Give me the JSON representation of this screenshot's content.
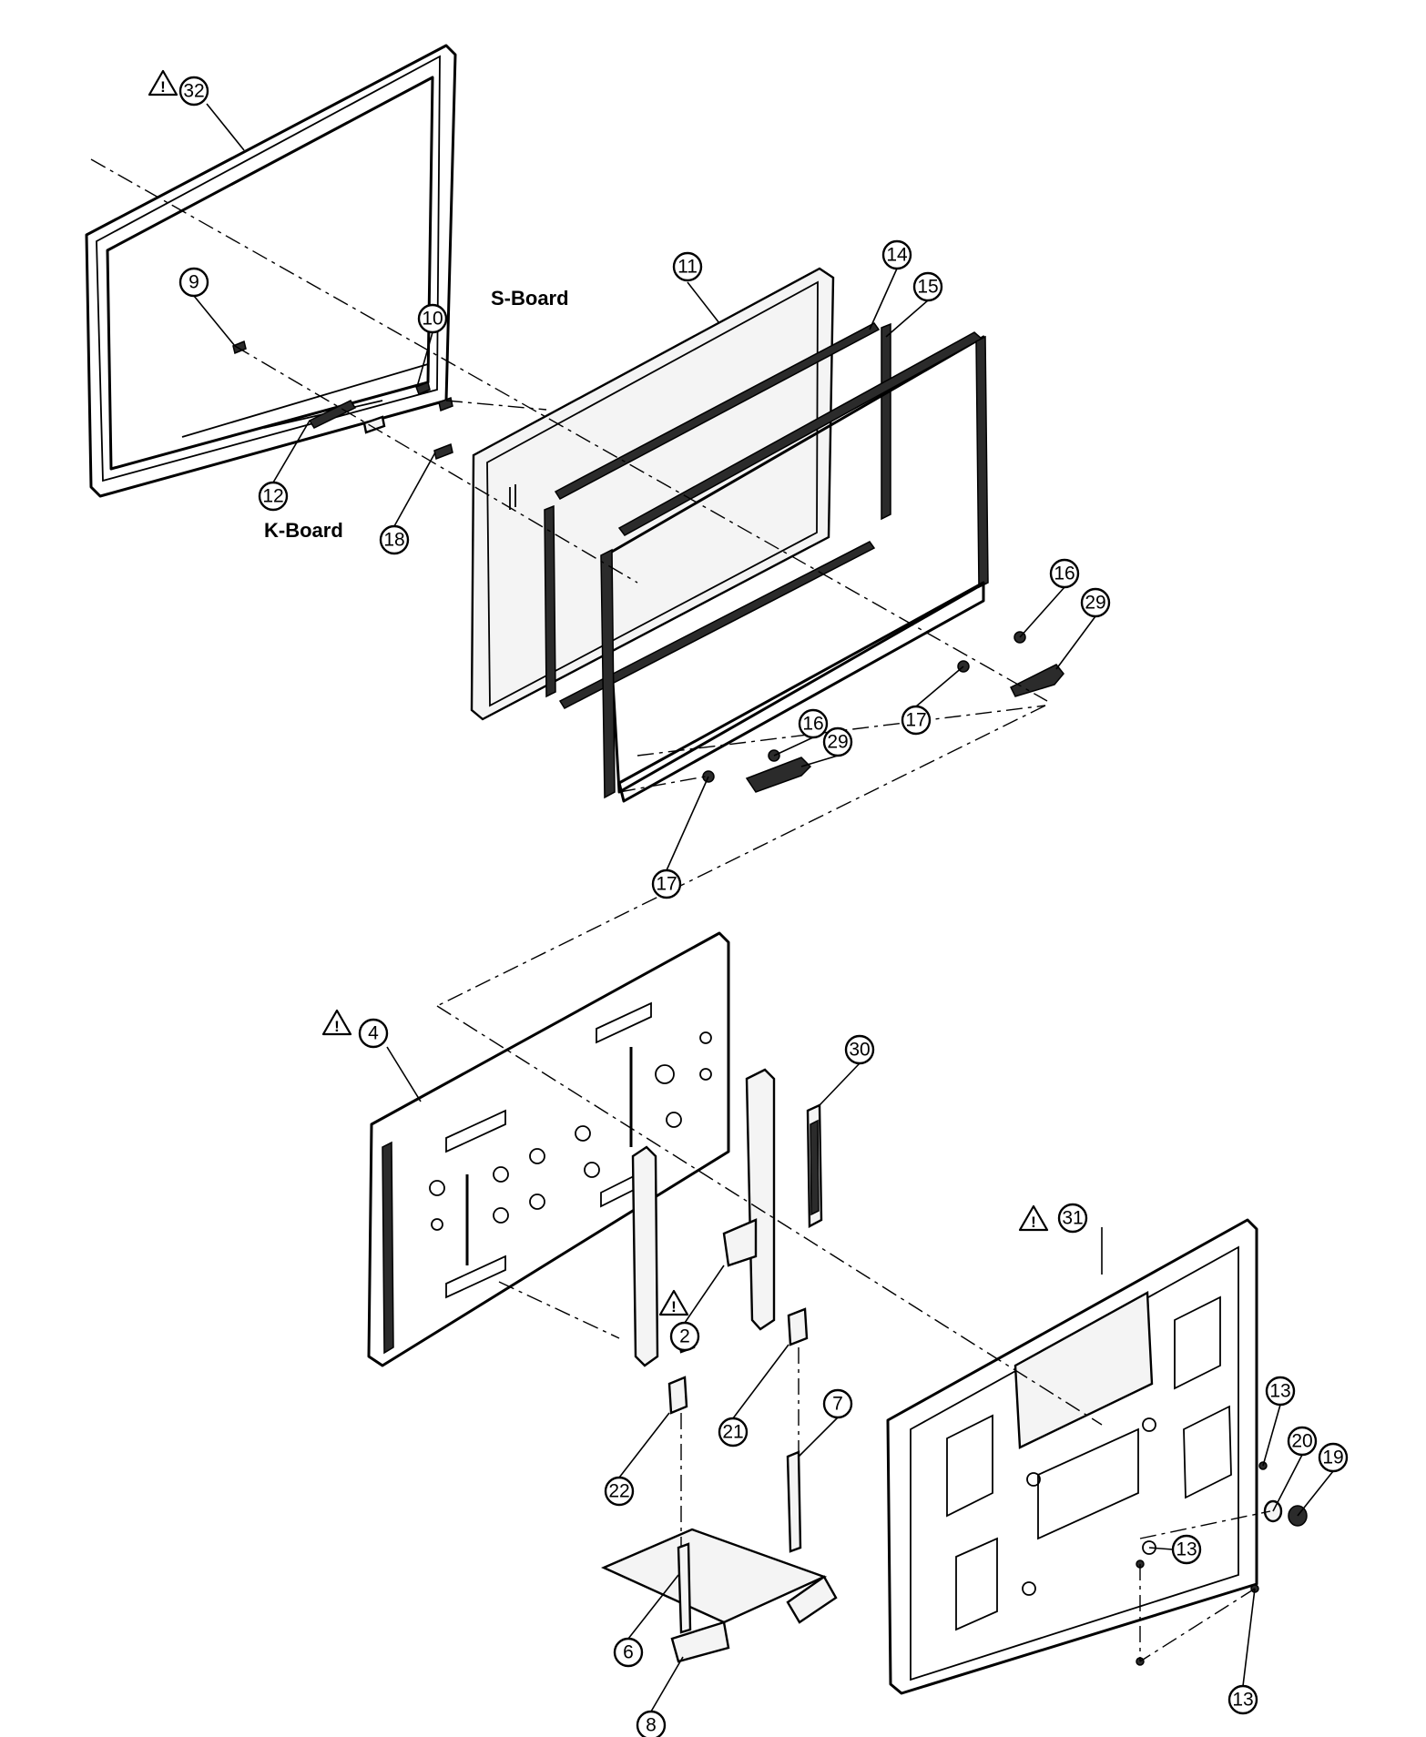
{
  "callouts": [
    {
      "label": "32"
    },
    {
      "label": "9"
    },
    {
      "label": "10"
    },
    {
      "label": "12"
    },
    {
      "label": "18"
    },
    {
      "label": "11"
    },
    {
      "label": "14"
    },
    {
      "label": "15"
    },
    {
      "label": "16"
    },
    {
      "label": "29"
    },
    {
      "label": "17"
    },
    {
      "label": "16"
    },
    {
      "label": "29"
    },
    {
      "label": "17"
    },
    {
      "label": "4"
    },
    {
      "label": "30"
    },
    {
      "label": "2"
    },
    {
      "label": "21"
    },
    {
      "label": "22"
    },
    {
      "label": "7"
    },
    {
      "label": "6"
    },
    {
      "label": "8"
    },
    {
      "label": "31"
    },
    {
      "label": "13"
    },
    {
      "label": "20"
    },
    {
      "label": "19"
    },
    {
      "label": "13"
    },
    {
      "label": "13"
    }
  ],
  "board_labels": {
    "s_board": "S-Board",
    "k_board": "K-Board"
  },
  "warning_symbol": "!",
  "colors": {
    "line": "#000000",
    "background": "#ffffff"
  }
}
